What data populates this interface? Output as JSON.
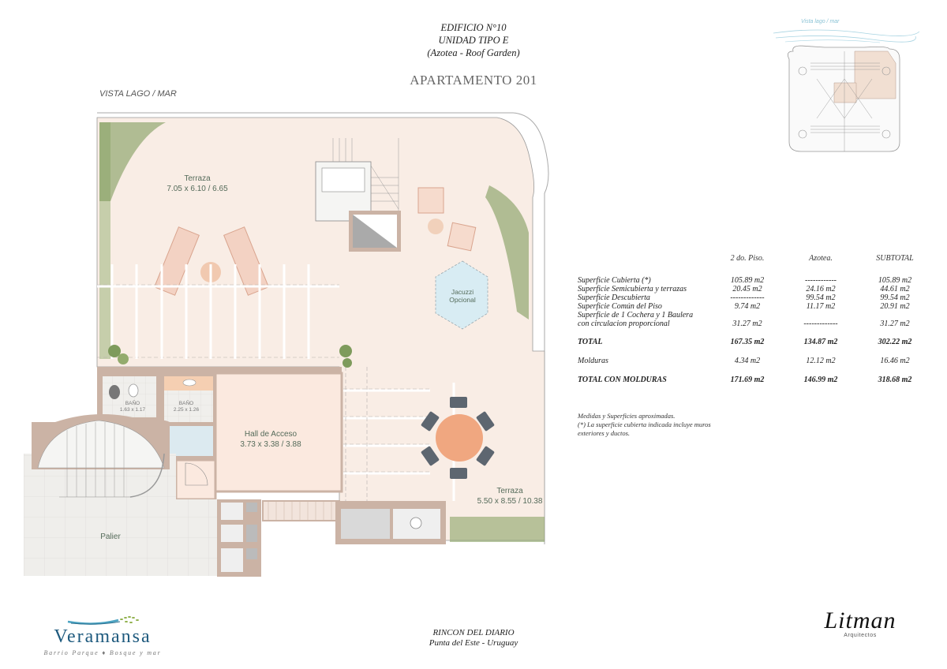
{
  "header": {
    "line1": "EDIFICIO N°10",
    "line2": "UNIDAD TIPO E",
    "line3": "(Azotea - Roof Garden)",
    "apartment": "APARTAMENTO 201"
  },
  "view_label": "VISTA LAGO / MAR",
  "key_plan": {
    "view_label": "Vista lago / mar"
  },
  "plan": {
    "rooms": [
      {
        "name": "Terraza",
        "dims": "7.05 x 6.10 / 6.65"
      },
      {
        "name": "Jacuzzi",
        "dims": "Opcional"
      },
      {
        "name": "BAÑO",
        "dims": "1.63 x 1.17"
      },
      {
        "name": "BAÑO",
        "dims": "2.25 x 1.26"
      },
      {
        "name": "Hall de Acceso",
        "dims": "3.73 x 3.38 / 3.88"
      },
      {
        "name": "Terraza",
        "dims": "5.50 x 8.55 / 10.38"
      },
      {
        "name": "Palier",
        "dims": ""
      }
    ]
  },
  "areas": {
    "columns": [
      "",
      "2 do. Piso.",
      "Azotea.",
      "SUBTOTAL"
    ],
    "rows": [
      {
        "label": "Superficie Cubierta (*)",
        "piso": "105.89 m2",
        "azotea": "------------",
        "subtotal": "105.89 m2"
      },
      {
        "label": "Superficie Semicubierta y terrazas",
        "piso": "20.45 m2",
        "azotea": "24.16 m2",
        "subtotal": "44.61 m2"
      },
      {
        "label": "Superficie Descubierta",
        "piso": "-------------",
        "azotea": "99.54 m2",
        "subtotal": "99.54 m2"
      },
      {
        "label": "Superficie Común del Piso",
        "piso": "9.74 m2",
        "azotea": "11.17 m2",
        "subtotal": "20.91 m2"
      },
      {
        "label": "Superficie de 1 Cochera y 1 Baulera",
        "piso": "",
        "azotea": "",
        "subtotal": ""
      },
      {
        "label": "con circulacion proporcional",
        "piso": "31.27 m2",
        "azotea": "-------------",
        "subtotal": "31.27 m2"
      }
    ],
    "total": {
      "label": "TOTAL",
      "piso": "167.35 m2",
      "azotea": "134.87 m2",
      "subtotal": "302.22 m2"
    },
    "molduras": {
      "label": "Molduras",
      "piso": "4.34 m2",
      "azotea": "12.12 m2",
      "subtotal": "16.46 m2"
    },
    "total_molduras": {
      "label": "TOTAL CON MOLDURAS",
      "piso": "171.69 m2",
      "azotea": "146.99 m2",
      "subtotal": "318.68 m2"
    },
    "notes": [
      "Medidas y Superficies aproximadas.",
      "(*) La superficie cubierta indicada incluye muros",
      "exteriores y ductos."
    ]
  },
  "footer": {
    "brand_name": "Veramansa",
    "brand_tagline": "Barrio Parque ♦ Bosque y mar",
    "location_line1": "RINCON DEL DIARIO",
    "location_line2": "Punta del Este - Uruguay",
    "architect_signature": "Litman",
    "architect_label": "Arquitectos"
  },
  "colors": {
    "floor": "#f8ece4",
    "wall": "#cbb3a5",
    "tile": "#eeeeec",
    "plant": "#7c9a5a",
    "furniture": "#e6b8a2",
    "table": "#f0a780",
    "chair": "#5d6670",
    "water": "#d6ebf2",
    "brand": "#1e5a7e"
  }
}
